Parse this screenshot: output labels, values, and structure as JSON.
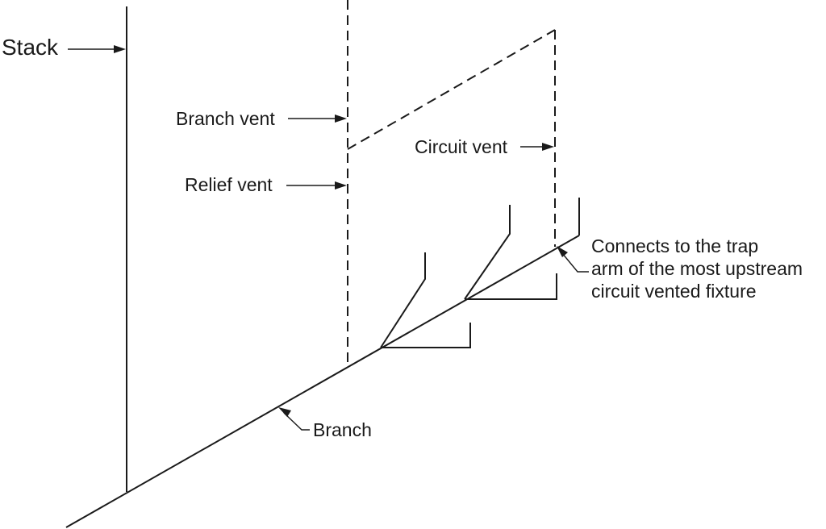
{
  "diagram": {
    "labels": {
      "stack": "Stack",
      "branch_vent": "Branch vent",
      "relief_vent": "Relief vent",
      "circuit_vent": "Circuit vent",
      "branch": "Branch",
      "note_line_1": "Connects to the trap",
      "note_line_2": "arm of the most upstream",
      "note_line_3": "circuit vented fixture"
    }
  }
}
